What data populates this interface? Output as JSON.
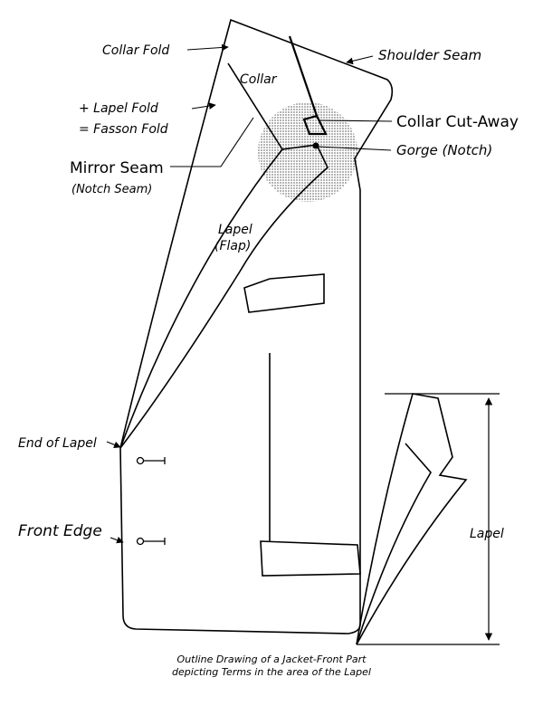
{
  "labels": {
    "collar_fold": "Collar Fold",
    "shoulder_seam": "Shoulder Seam",
    "collar": "Collar",
    "lapel_fold": "+ Lapel Fold",
    "fasson_fold": "= Fasson Fold",
    "collar_cut_away": "Collar Cut-Away",
    "gorge_notch": "Gorge (Notch)",
    "mirror_seam": "Mirror Seam",
    "notch_seam": "(Notch Seam)",
    "lapel_flap_line1": "Lapel",
    "lapel_flap_line2": "(Flap)",
    "end_of_lapel": "End of Lapel",
    "front_edge": "Front Edge",
    "lapel_dimension": "Lapel"
  },
  "caption": {
    "line1": "Outline Drawing of a Jacket-Front Part",
    "line2": "depicting Terms in the area of the Lapel"
  }
}
